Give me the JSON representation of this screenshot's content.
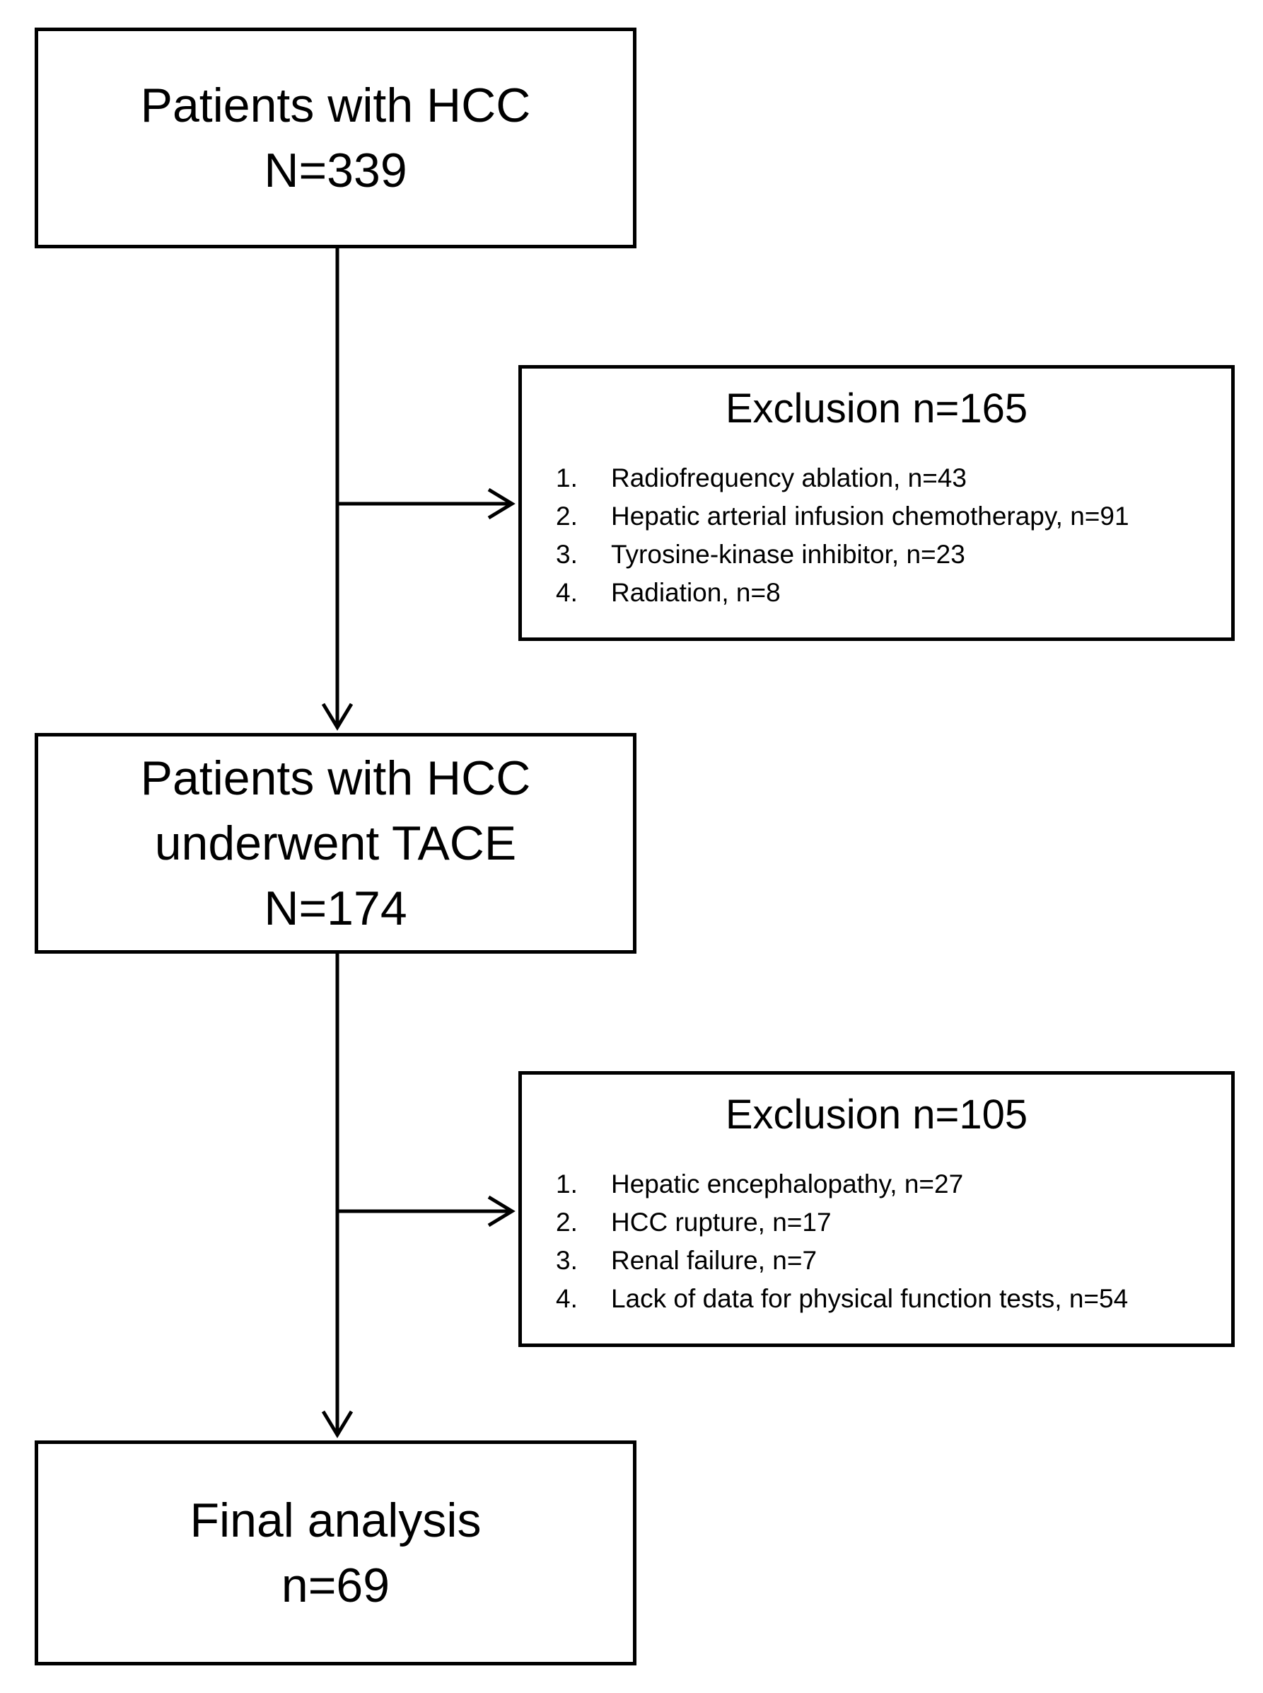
{
  "nodes": {
    "all_patients": {
      "line1": "Patients with HCC",
      "line2": "N=339"
    },
    "tace_patients": {
      "line1": "Patients with HCC",
      "line2": "underwent TACE",
      "line3": "N=174"
    },
    "final": {
      "line1": "Final analysis",
      "line2": "n=69"
    }
  },
  "exclusions": [
    {
      "title": "Exclusion n=165",
      "items": [
        {
          "num": "1.",
          "text": "Radiofrequency ablation, n=43"
        },
        {
          "num": "2.",
          "text": "Hepatic arterial infusion chemotherapy, n=91"
        },
        {
          "num": "3.",
          "text": "Tyrosine-kinase inhibitor, n=23"
        },
        {
          "num": "4.",
          "text": "Radiation, n=8"
        }
      ]
    },
    {
      "title": "Exclusion n=105",
      "items": [
        {
          "num": "1.",
          "text": "Hepatic encephalopathy, n=27"
        },
        {
          "num": "2.",
          "text": "HCC rupture, n=17"
        },
        {
          "num": "3.",
          "text": "Renal failure, n=7"
        },
        {
          "num": "4.",
          "text": "Lack of data for physical function tests, n=54"
        }
      ]
    }
  ],
  "colors": {
    "stroke": "#000000",
    "background": "#ffffff"
  }
}
